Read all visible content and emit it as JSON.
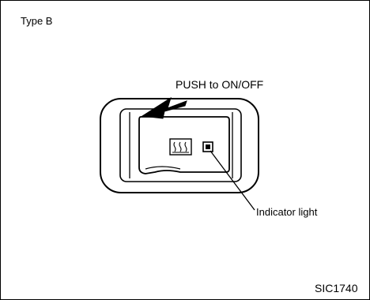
{
  "figure": {
    "type_label": "Type B",
    "push_label": "PUSH to ON/OFF",
    "indicator_label": "Indicator light",
    "figure_code": "SIC1740"
  }
}
